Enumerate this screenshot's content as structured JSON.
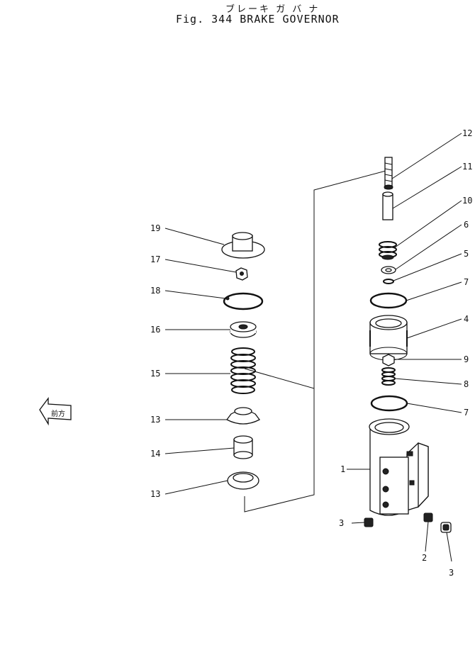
{
  "title_jp": "ブレーキ ガ バ ナ",
  "title_en": "Fig. 344  BRAKE  GOVERNOR",
  "front_label": "前方",
  "labels": {
    "l1": "1",
    "l2": "2",
    "l3a": "3",
    "l3b": "3",
    "l4": "4",
    "l5": "5",
    "l6": "6",
    "l7a": "7",
    "l7b": "7",
    "l8": "8",
    "l9": "9",
    "l10": "10",
    "l11": "11",
    "l12": "12",
    "l13a": "13",
    "l13b": "13",
    "l14": "14",
    "l15": "15",
    "l16": "16",
    "l17": "17",
    "l18": "18",
    "l19": "19"
  }
}
